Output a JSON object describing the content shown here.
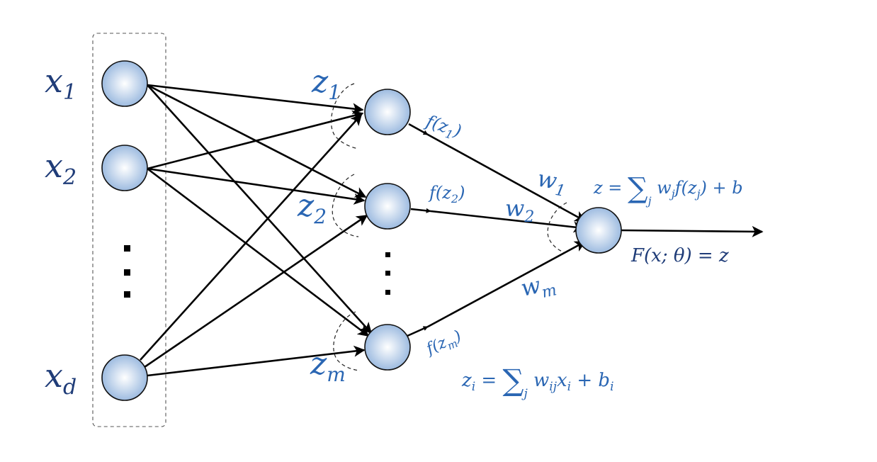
{
  "colors": {
    "input_label": "#1f3c78",
    "blue_label": "#2a66b3",
    "node_center": "#ffffff",
    "node_edge": "#9dbbe0",
    "edge": "#000000"
  },
  "input_labels": {
    "x1_base": "x",
    "x1_sub": "1",
    "x2_base": "x",
    "x2_sub": "2",
    "xd_base": "x",
    "xd_sub": "d"
  },
  "hidden_labels": {
    "z1_base": "z",
    "z1_sub": "1",
    "z2_base": "z",
    "z2_sub": "2",
    "zm_base": "z",
    "zm_sub": "m"
  },
  "activation_labels": {
    "f1_pre": "f(z",
    "f1_sub": "1",
    "f1_post": ")",
    "f2_pre": "f(z",
    "f2_sub": "2",
    "f2_post": ")",
    "fm_pre": "f(z",
    "fm_sub": "m",
    "fm_post": ")"
  },
  "weight_labels": {
    "w1_base": "w",
    "w1_sub": "1",
    "w2_base": "w",
    "w2_sub": "2",
    "wm_base": "w",
    "wm_sub": "m"
  },
  "formulas": {
    "output_sum_lhs": "z = ",
    "output_sum_sigma": "∑",
    "output_sum_index": "j",
    "output_sum_rhs": " w",
    "output_sum_rhs_sub": "j",
    "output_sum_rhs_tail": "f(z",
    "output_sum_rhs_tail_sub": "j",
    "output_sum_rhs_end": ") + b",
    "output_function": "F(x; θ) = z",
    "hidden_sum_lhs": "z",
    "hidden_sum_lhs_sub": "i",
    "hidden_sum_eq": " = ",
    "hidden_sum_sigma": "∑",
    "hidden_sum_index": "j",
    "hidden_sum_rhs": " w",
    "hidden_sum_rhs_sub": "ij",
    "hidden_sum_rhs_tail": "x",
    "hidden_sum_rhs_tail_sub": "i",
    "hidden_sum_rhs_end": " + b",
    "hidden_sum_rhs_end_sub": "i"
  }
}
